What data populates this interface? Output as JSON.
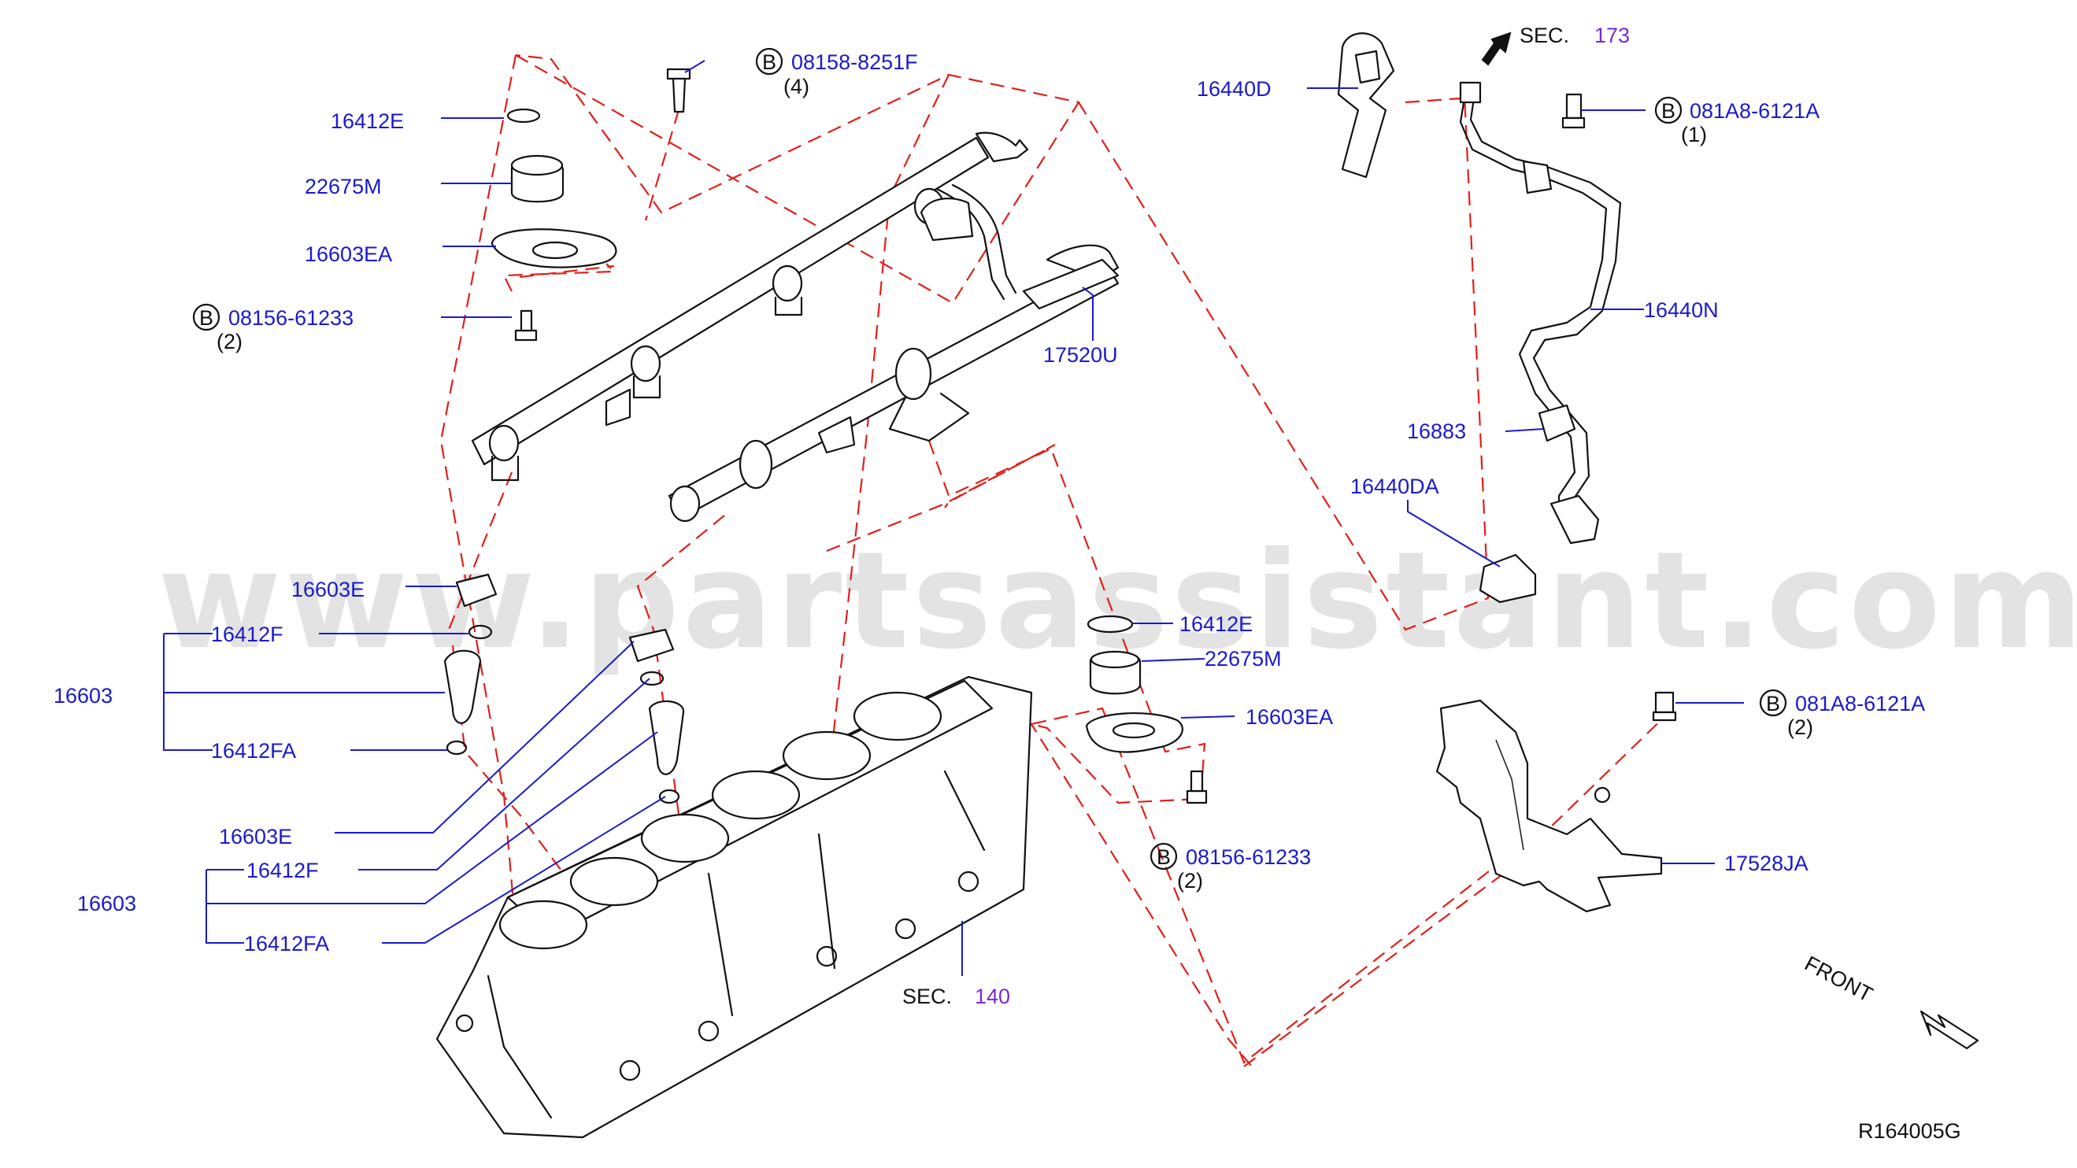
{
  "diagram_code": "R164005G",
  "watermark": "www.partsassistant.com",
  "direction_label": "FRONT",
  "section_refs": [
    {
      "prefix": "SEC.",
      "number": "173"
    },
    {
      "prefix": "SEC.",
      "number": "140"
    }
  ],
  "bolt_callouts": [
    {
      "marker": "B",
      "part": "08158-8251F",
      "qty": "(4)"
    },
    {
      "marker": "B",
      "part": "08156-61233",
      "qty": "(2)"
    },
    {
      "marker": "B",
      "part": "081A8-6121A",
      "qty": "(1)"
    },
    {
      "marker": "B",
      "part": "081A8-6121A",
      "qty": "(2)"
    },
    {
      "marker": "B",
      "part": "08156-61233",
      "qty": "(2)"
    }
  ],
  "part_labels": {
    "left_upper": [
      "16412E",
      "22675M",
      "16603EA"
    ],
    "left_injector_1": [
      "16603E",
      "16412F",
      "16603",
      "16412FA"
    ],
    "left_injector_2": [
      "16603E",
      "16412F",
      "16603",
      "16412FA"
    ],
    "right_upper": [
      "16440D",
      "16440N",
      "16883",
      "16440DA"
    ],
    "center": [
      "17520U"
    ],
    "right_regulator": [
      "16412E",
      "22675M",
      "16603EA"
    ],
    "bracket": [
      "17528JA"
    ]
  },
  "colors": {
    "part_label": "#1a1acc",
    "section_number": "#7a2ad0",
    "phantom_line": "#e0201a",
    "ink": "#111111"
  }
}
